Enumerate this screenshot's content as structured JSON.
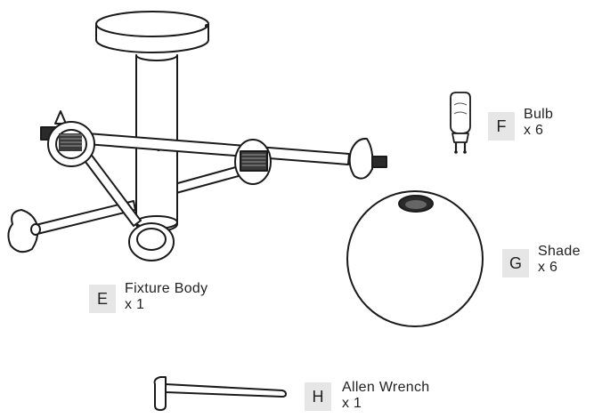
{
  "parts": [
    {
      "id": "fixture",
      "letter": "E",
      "name": "Fixture Body",
      "qty": "x 1"
    },
    {
      "id": "bulb",
      "letter": "F",
      "name": "Bulb",
      "qty": "x 6"
    },
    {
      "id": "shade",
      "letter": "G",
      "name": "Shade",
      "qty": "x 6"
    },
    {
      "id": "wrench",
      "letter": "H",
      "name": "Allen Wrench",
      "qty": "x 1"
    }
  ]
}
